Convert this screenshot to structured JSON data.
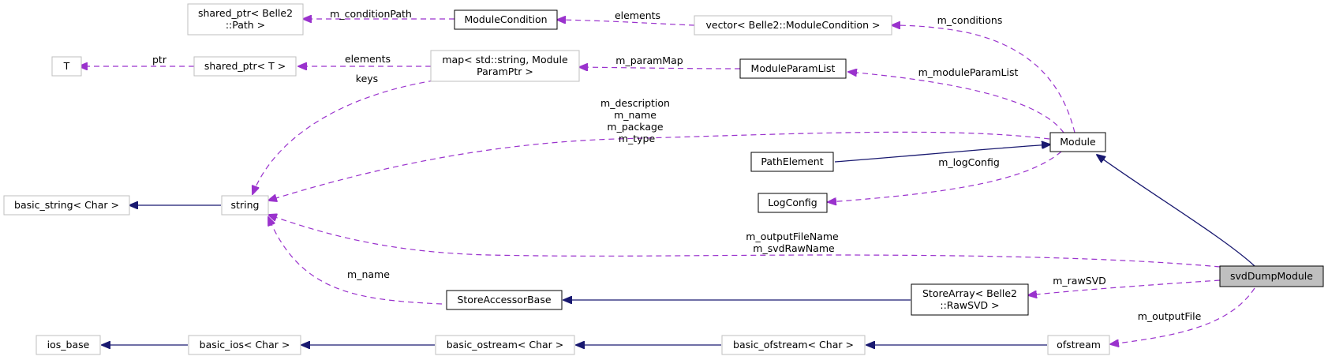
{
  "nodes": {
    "shared_ptr_path": [
      "shared_ptr< Belle2",
      "::Path >"
    ],
    "module_condition": [
      "ModuleCondition"
    ],
    "vector_module_condition": [
      "vector< Belle2::ModuleCondition >"
    ],
    "t": [
      "T"
    ],
    "shared_ptr_t": [
      "shared_ptr< T >"
    ],
    "map_param": [
      "map< std::string, Module",
      "ParamPtr >"
    ],
    "module_param_list": [
      "ModuleParamList"
    ],
    "module": [
      "Module"
    ],
    "path_element": [
      "PathElement"
    ],
    "basic_string": [
      "basic_string< Char >"
    ],
    "string": [
      "string"
    ],
    "log_config": [
      "LogConfig"
    ],
    "svd_dump_module": [
      "svdDumpModule"
    ],
    "store_accessor_base": [
      "StoreAccessorBase"
    ],
    "store_array": [
      "StoreArray< Belle2",
      "::RawSVD >"
    ],
    "ios_base": [
      "ios_base"
    ],
    "basic_ios": [
      "basic_ios< Char >"
    ],
    "basic_ostream": [
      "basic_ostream< Char >"
    ],
    "basic_ofstream": [
      "basic_ofstream< Char >"
    ],
    "ofstream": [
      "ofstream"
    ]
  },
  "edge_labels": {
    "m_conditionPath": [
      "m_conditionPath"
    ],
    "elements_vec": [
      "elements"
    ],
    "m_conditions": [
      "m_conditions"
    ],
    "ptr": [
      "ptr"
    ],
    "elements_map": [
      "elements"
    ],
    "m_paramMap": [
      "m_paramMap"
    ],
    "keys": [
      "keys"
    ],
    "m_moduleParamList": [
      "m_moduleParamList"
    ],
    "module_strings": [
      "m_description",
      "m_name",
      "m_package",
      "m_type"
    ],
    "m_logConfig": [
      "m_logConfig"
    ],
    "output_strings": [
      "m_outputFileName",
      "m_svdRawName"
    ],
    "m_name": [
      "m_name"
    ],
    "m_rawSVD": [
      "m_rawSVD"
    ],
    "m_outputFile": [
      "m_outputFile"
    ]
  }
}
